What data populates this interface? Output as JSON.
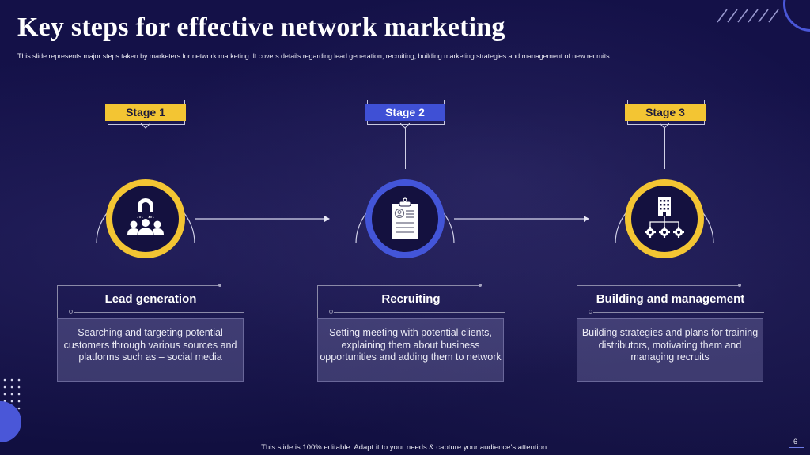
{
  "slide": {
    "title": "Key steps for effective network marketing",
    "subtitle": "This slide represents major steps taken by marketers for network marketing. It covers details regarding lead generation, recruiting, building marketing strategies and management of new recruits.",
    "footer": "This slide is 100% editable. Adapt it to your needs & capture your audience’s attention.",
    "page_number": "6"
  },
  "colors": {
    "background": "#100e3e",
    "yellow": "#f3c533",
    "blue": "#4355d8",
    "text": "#ffffff"
  },
  "stages": [
    {
      "tag": "Stage 1",
      "tag_color": "yellow",
      "icon": "magnet-people-icon",
      "heading": "Lead generation",
      "body": "Searching and targeting potential customers through various sources and platforms such as – social media"
    },
    {
      "tag": "Stage 2",
      "tag_color": "blue",
      "icon": "clipboard-profile-icon",
      "heading": "Recruiting",
      "body": "Setting meeting with potential clients, explaining them about business opportunities and adding them to network"
    },
    {
      "tag": "Stage 3",
      "tag_color": "yellow",
      "icon": "building-gears-icon",
      "heading": "Building and management",
      "body": "Building strategies and plans for training distributors, motivating them and managing recruits"
    }
  ]
}
